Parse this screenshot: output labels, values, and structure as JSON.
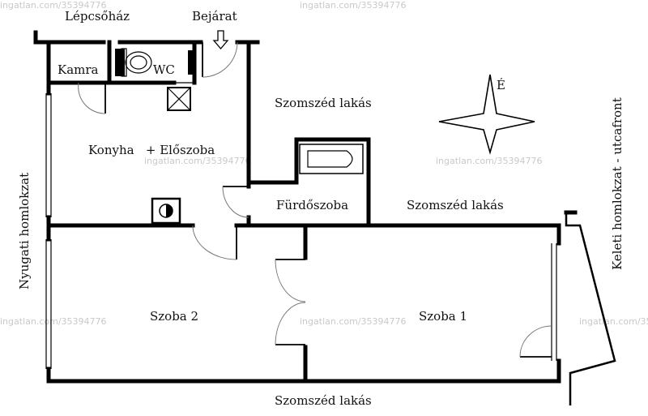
{
  "labels": {
    "staircase": "Lépcsőház",
    "entrance": "Bejárat",
    "pantry": "Kamra",
    "wc": "WC",
    "kitchen_hall": "Konyha   + Előszoba",
    "neighbor_top": "Szomszéd lakás",
    "bathroom": "Fürdőszoba",
    "neighbor_mid": "Szomszéd lakás",
    "room2": "Szoba 2",
    "room1": "Szoba 1",
    "neighbor_bottom": "Szomszéd lakás",
    "west_facade": "Nyugati homlokzat",
    "east_facade": "Keleti homlokzat - utcafront",
    "north": "É"
  },
  "watermark": "ingatlan.com/35394776",
  "colors": {
    "ink": "#000000",
    "watermark": "#c9c9c9"
  }
}
